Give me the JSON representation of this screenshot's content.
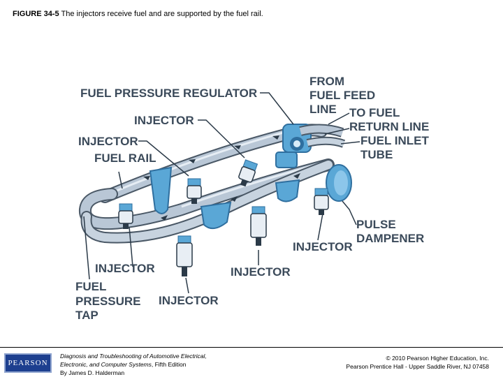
{
  "caption": {
    "figure_number": "FIGURE 34-5",
    "text": "The injectors receive fuel and are supported by the fuel rail."
  },
  "labels": {
    "fuel_pressure_regulator": "FUEL PRESSURE REGULATOR",
    "from_fuel_feed": [
      "FROM",
      "FUEL FEED",
      "LINE"
    ],
    "to_fuel_return": [
      "TO FUEL",
      "RETURN LINE"
    ],
    "fuel_inlet_tube": [
      "FUEL INLET",
      "TUBE"
    ],
    "injector_top": "INJECTOR",
    "injector_left": "INJECTOR",
    "fuel_rail": "FUEL RAIL",
    "pulse_dampener": [
      "PULSE",
      "DAMPENER"
    ],
    "injector_right": "INJECTOR",
    "injector_bottom_left": "INJECTOR",
    "injector_bottom_mid": "INJECTOR",
    "injector_bottom_center": "INJECTOR",
    "fuel_pressure_tap": [
      "FUEL",
      "PRESSURE",
      "TAP"
    ]
  },
  "footer": {
    "logo": "PEARSON",
    "book_title_line1": "Diagnosis and Troubleshooting of Automotive Electrical,",
    "book_title_line2": "Electronic, and Computer Systems",
    "edition": ", Fifth Edition",
    "author": "By James D. Halderman",
    "copyright": "© 2010 Pearson Higher Education, Inc.",
    "publisher": "Pearson Prentice Hall - Upper Saddle River, NJ 07458"
  },
  "colors": {
    "label": "#3b4a5a",
    "rail": "#b9c7d6",
    "injector": "#5aa7d6",
    "injector_dark": "#2f6f9f",
    "logo_bg": "#1d3f8f"
  }
}
